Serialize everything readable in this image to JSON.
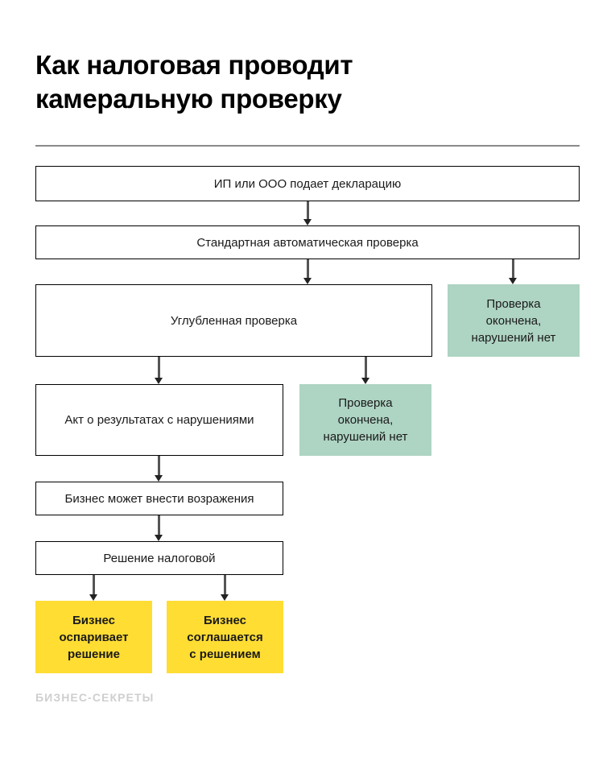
{
  "header": {
    "title": "Как налоговая проводит\nкамеральную проверку"
  },
  "footer": {
    "watermark": "Бизнес-секреты"
  },
  "colors": {
    "box_outline": "#000000",
    "box_fill": "#ffffff",
    "green_fill": "#aed4c3",
    "yellow_fill": "#ffdd33",
    "arrow": "#555555",
    "divider": "#8a8a8a",
    "text": "#1a1a1a",
    "watermark": "#cfcfcf"
  },
  "chart_data": {
    "type": "diagram",
    "title": "Как налоговая проводит камеральную проверку",
    "nodes": [
      {
        "id": "n1",
        "label": "ИП или ООО подает декларацию",
        "style": "outline"
      },
      {
        "id": "n2",
        "label": "Стандартная автоматическая проверка",
        "style": "outline"
      },
      {
        "id": "n3",
        "label": "Углубленная проверка",
        "style": "outline"
      },
      {
        "id": "n4",
        "label": "Проверка\nокончена,\nнарушений нет",
        "style": "green"
      },
      {
        "id": "n5",
        "label": "Акт о результатах с нарушениями",
        "style": "outline"
      },
      {
        "id": "n6",
        "label": "Проверка\nокончена,\nнарушений нет",
        "style": "green"
      },
      {
        "id": "n7",
        "label": "Бизнес может внести возражения",
        "style": "outline"
      },
      {
        "id": "n8",
        "label": "Решение налоговой",
        "style": "outline"
      },
      {
        "id": "n9",
        "label": "Бизнес\nоспаривает\nрешение",
        "style": "yellow"
      },
      {
        "id": "n10",
        "label": "Бизнес\nсоглашается\nс решением",
        "style": "yellow"
      }
    ],
    "edges": [
      {
        "from": "n1",
        "to": "n2"
      },
      {
        "from": "n2",
        "to": "n3"
      },
      {
        "from": "n2",
        "to": "n4"
      },
      {
        "from": "n3",
        "to": "n5"
      },
      {
        "from": "n3",
        "to": "n6"
      },
      {
        "from": "n5",
        "to": "n7"
      },
      {
        "from": "n7",
        "to": "n8"
      },
      {
        "from": "n8",
        "to": "n9"
      },
      {
        "from": "n8",
        "to": "n10"
      }
    ]
  }
}
